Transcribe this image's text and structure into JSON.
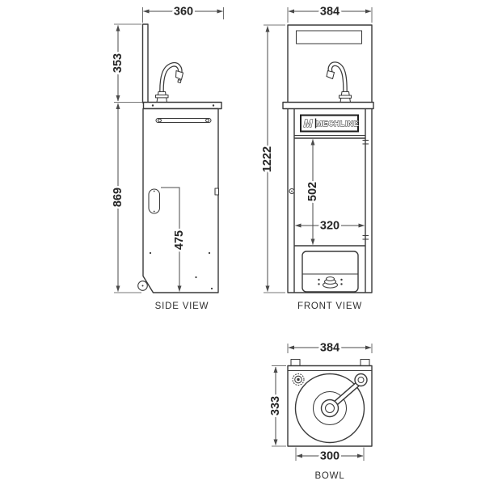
{
  "drawing": {
    "background": "#ffffff",
    "line_color": "#3a3a3a",
    "views": {
      "side": {
        "label": "SIDE VIEW",
        "dims": {
          "top_width": "360",
          "splashback_height": "353",
          "cabinet_height": "869",
          "cutout_height": "475"
        }
      },
      "front": {
        "label": "FRONT VIEW",
        "brand_initial": "M",
        "brand_name": "MECHLINE",
        "dims": {
          "top_width": "384",
          "overall_height": "1222",
          "door_height": "502",
          "door_width": "320"
        }
      },
      "bowl": {
        "label": "BOWL",
        "dims": {
          "top_width": "384",
          "depth": "333",
          "bowl_diameter": "300"
        }
      }
    }
  }
}
